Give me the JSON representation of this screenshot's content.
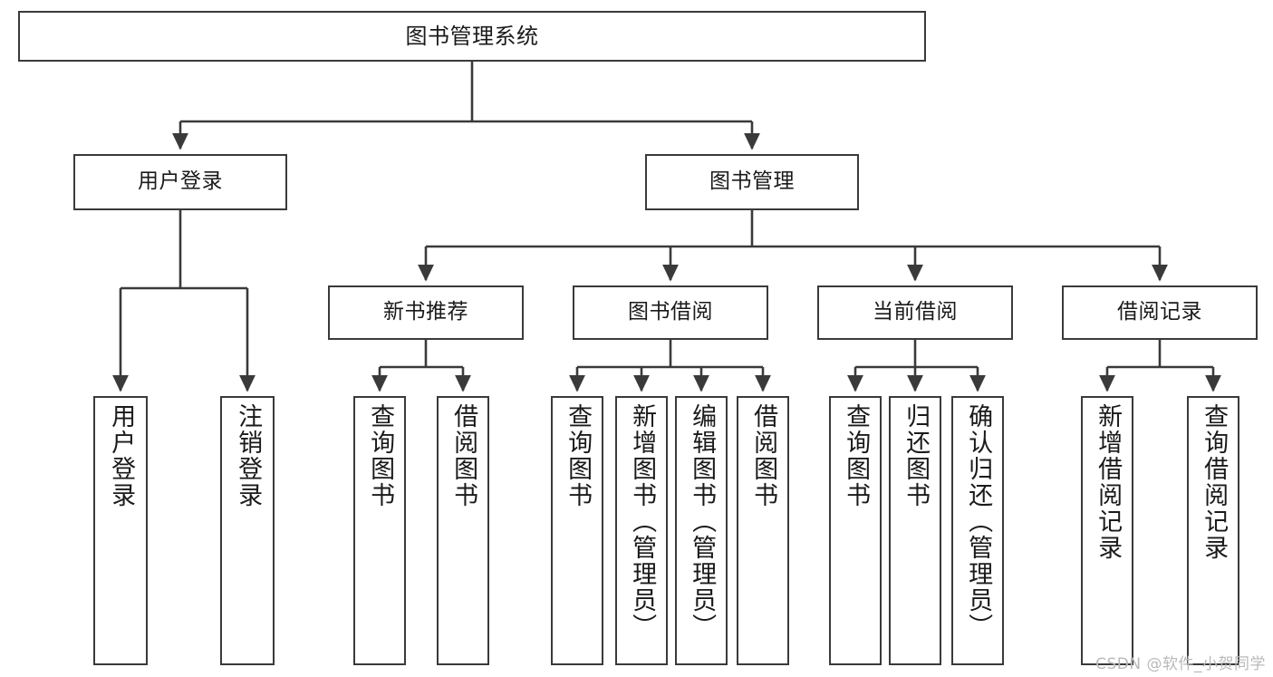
{
  "diagram": {
    "title": "图书管理系统",
    "type": "tree",
    "watermark": "CSDN @软件_小贺同学",
    "colors": {
      "border": "#3a3a3a",
      "fill": "#ffffff",
      "text": "#1a1a1a",
      "watermark": "#b9b9b9"
    },
    "root": {
      "label": "图书管理系统"
    },
    "level1": [
      {
        "label": "用户登录"
      },
      {
        "label": "图书管理"
      }
    ],
    "level2": [
      {
        "label": "新书推荐"
      },
      {
        "label": "图书借阅"
      },
      {
        "label": "当前借阅"
      },
      {
        "label": "借阅记录"
      }
    ],
    "leaves": [
      {
        "label": "用户登录",
        "parent": "用户登录"
      },
      {
        "label": "注销登录",
        "parent": "用户登录"
      },
      {
        "label": "查询图书",
        "parent": "新书推荐"
      },
      {
        "label": "借阅图书",
        "parent": "新书推荐"
      },
      {
        "label": "查询图书",
        "parent": "图书借阅"
      },
      {
        "label": "新增图书（管理员）",
        "parent": "图书借阅"
      },
      {
        "label": "编辑图书（管理员）",
        "parent": "图书借阅"
      },
      {
        "label": "借阅图书",
        "parent": "图书借阅"
      },
      {
        "label": "查询图书",
        "parent": "当前借阅"
      },
      {
        "label": "归还图书",
        "parent": "当前借阅"
      },
      {
        "label": "确认归还（管理员）",
        "parent": "当前借阅"
      },
      {
        "label": "新增借阅记录",
        "parent": "借阅记录"
      },
      {
        "label": "查询借阅记录",
        "parent": "借阅记录"
      }
    ]
  }
}
